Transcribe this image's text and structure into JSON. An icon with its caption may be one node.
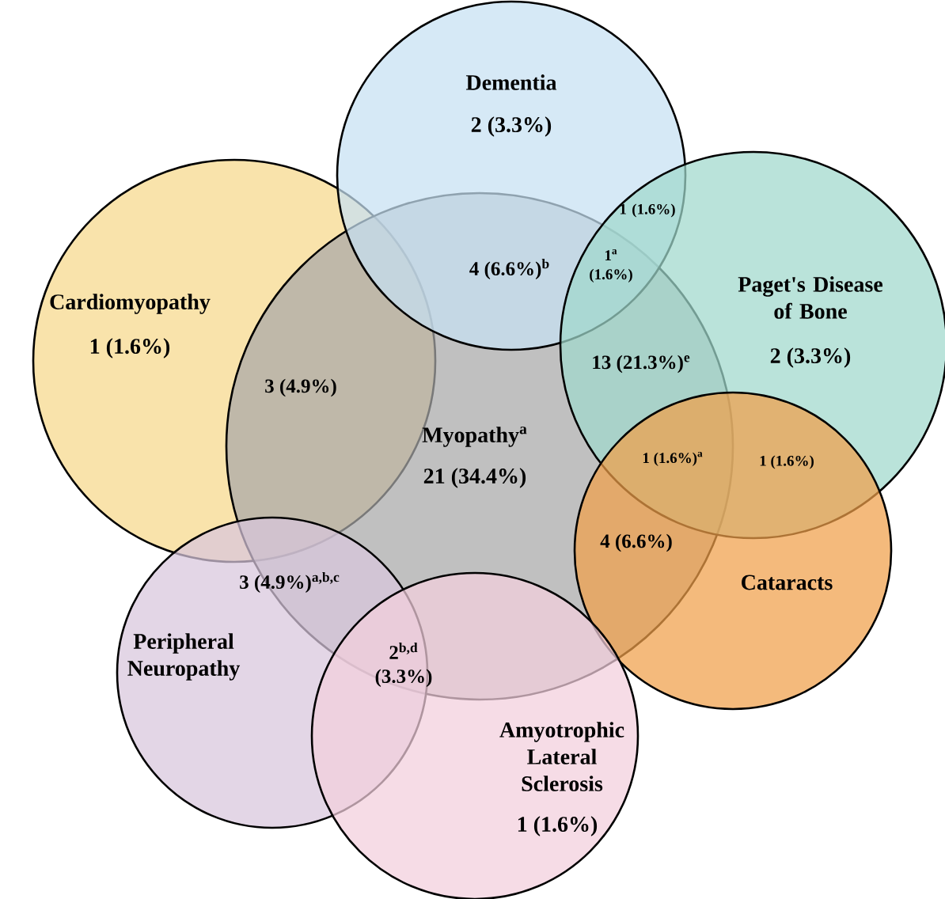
{
  "diagram": {
    "nodes": [
      {
        "text": [
          "Dementia",
          "2 (3.3%)"
        ]
      },
      {
        "text": [
          "Cardiomyopathy",
          "1 (1.6%)"
        ]
      },
      {
        "text": [
          "Paget's Disease of Bone",
          "2 (3.3%)"
        ]
      },
      {
        "text": [
          "Myopathy$^{a}$",
          "21 (34.4%)"
        ]
      },
      {
        "text": [
          "Cataracts"
        ]
      },
      {
        "text": [
          "Peripheral Neuropathy"
        ]
      },
      {
        "text": [
          "Amyotrophic Lateral Sclerosis",
          "1 (1.6%)"
        ]
      }
    ],
    "labels": [
      "1 (1.6%)",
      "4 (6.6%)$^{b}$",
      "1$^{a}$ (1.6%)",
      "3 (4.9%)",
      "13 (21.3%)$^{e}$",
      "1 (1.6%)$^{a}$",
      "1 (1.6%)",
      "4 (6.6%)",
      "3 (4.9%)$^{a,b,c}$",
      "2$^{b,d}$ (3.3%)"
    ]
  }
}
